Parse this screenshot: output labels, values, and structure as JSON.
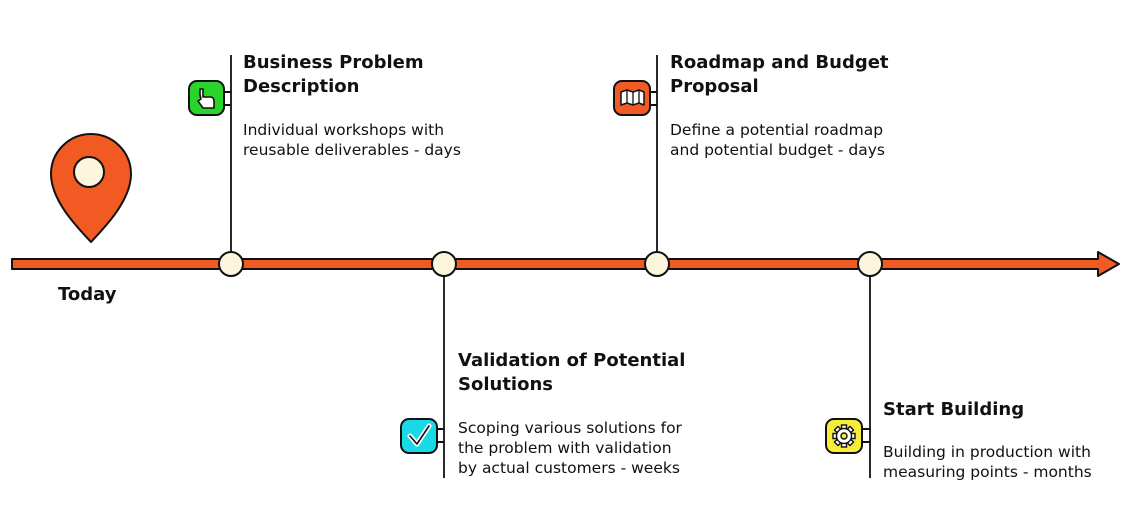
{
  "today_label": "Today",
  "colors": {
    "timeline": "#f15a22",
    "outline": "#111111",
    "node_fill": "#fbf6dc",
    "icon_green": "#2bd42b",
    "icon_orange": "#f15a22",
    "icon_cyan": "#19d8e8",
    "icon_yellow": "#f6ee3a"
  },
  "milestones": [
    {
      "title": "Business Problem\nDescription",
      "description": "Individual workshops with\nreusable deliverables - days",
      "icon": "pointer-hand-icon"
    },
    {
      "title": "Validation of Potential\nSolutions",
      "description": "Scoping various solutions for\nthe problem with validation\nby actual customers - weeks",
      "icon": "checkmark-icon"
    },
    {
      "title": "Roadmap and Budget\nProposal",
      "description": "Define a potential roadmap\nand potential budget - days",
      "icon": "map-icon"
    },
    {
      "title": "Start Building",
      "description": "Building in production with\nmeasuring points - months",
      "icon": "gear-icon"
    }
  ]
}
